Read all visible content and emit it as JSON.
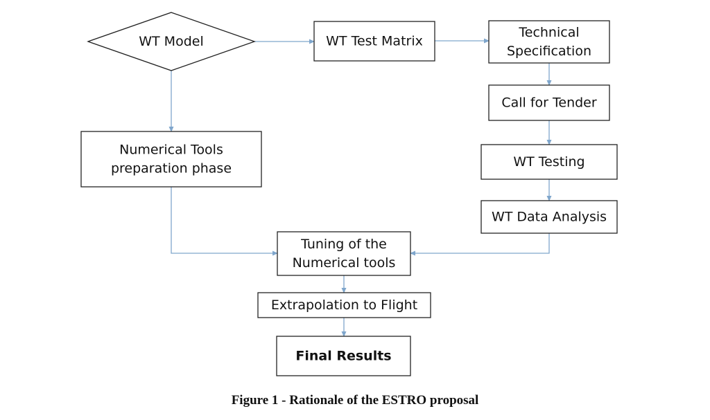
{
  "nodes": {
    "wt_model": {
      "label": "WT Model",
      "shape": "diamond"
    },
    "wt_test_matrix": {
      "label": "WT Test Matrix",
      "shape": "box"
    },
    "technical_specification": {
      "label": [
        "Technical",
        "Specification"
      ],
      "shape": "box"
    },
    "call_for_tender": {
      "label": "Call for Tender",
      "shape": "box"
    },
    "wt_testing": {
      "label": "WT Testing",
      "shape": "box"
    },
    "wt_data_analysis": {
      "label": "WT Data Analysis",
      "shape": "box"
    },
    "numerical_tools_preparation": {
      "label": [
        "Numerical Tools",
        "preparation phase"
      ],
      "shape": "box"
    },
    "tuning_numerical_tools": {
      "label": [
        "Tuning of the",
        "Numerical tools"
      ],
      "shape": "box"
    },
    "extrapolation_to_flight": {
      "label": "Extrapolation to Flight",
      "shape": "box"
    },
    "final_results": {
      "label": "Final Results",
      "shape": "box",
      "bold": true
    }
  },
  "edges": [
    {
      "from": "wt_model",
      "to": "wt_test_matrix"
    },
    {
      "from": "wt_test_matrix",
      "to": "technical_specification"
    },
    {
      "from": "technical_specification",
      "to": "call_for_tender"
    },
    {
      "from": "call_for_tender",
      "to": "wt_testing"
    },
    {
      "from": "wt_testing",
      "to": "wt_data_analysis"
    },
    {
      "from": "wt_model",
      "to": "numerical_tools_preparation"
    },
    {
      "from": "numerical_tools_preparation",
      "to": "tuning_numerical_tools"
    },
    {
      "from": "wt_data_analysis",
      "to": "tuning_numerical_tools"
    },
    {
      "from": "tuning_numerical_tools",
      "to": "extrapolation_to_flight"
    },
    {
      "from": "extrapolation_to_flight",
      "to": "final_results"
    }
  ],
  "edge_color": "#7fa6cc",
  "caption": "Figure 1 - Rationale of the ESTRO proposal"
}
